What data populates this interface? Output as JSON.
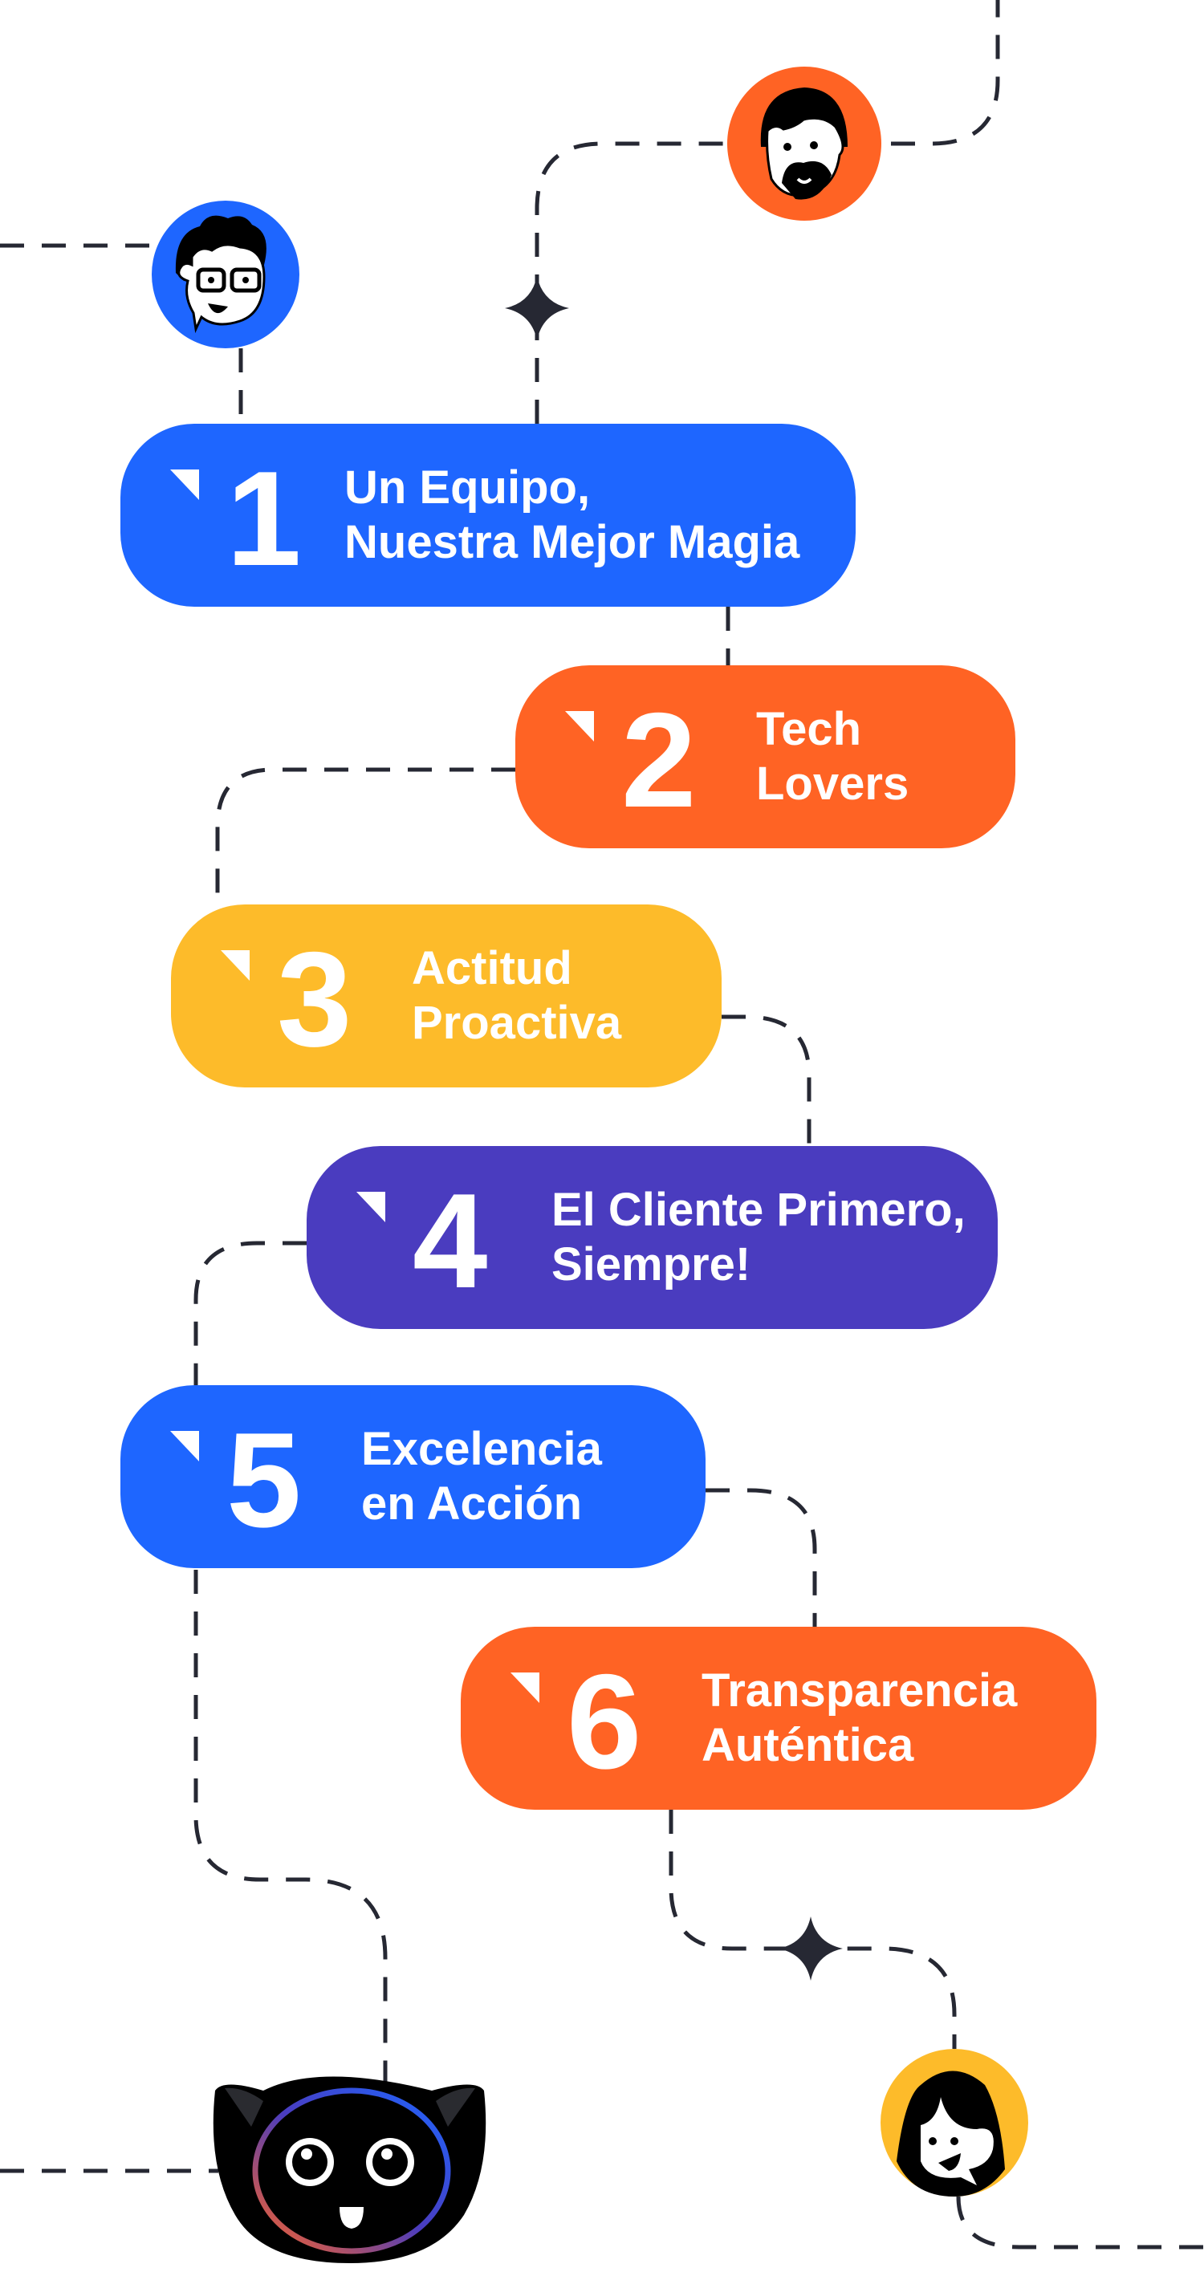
{
  "colors": {
    "blue": "#1E66FF",
    "orange": "#FF6324",
    "yellow": "#FDBB2A",
    "purple": "#4A3CBF",
    "line": "#262833"
  },
  "steps": [
    {
      "number": "1",
      "line1": "Un Equipo,",
      "line2": "Nuestra Mejor Magia",
      "color": "#1E66FF"
    },
    {
      "number": "2",
      "line1": "Tech",
      "line2": "Lovers",
      "color": "#FF6324"
    },
    {
      "number": "3",
      "line1": "Actitud",
      "line2": "Proactiva",
      "color": "#FDBB2A"
    },
    {
      "number": "4",
      "line1": "El Cliente Primero,",
      "line2": "Siempre!",
      "color": "#4A3CBF"
    },
    {
      "number": "5",
      "line1": "Excelencia",
      "line2": "en Acción",
      "color": "#1E66FF"
    },
    {
      "number": "6",
      "line1": "Transparencia",
      "line2": "Auténtica",
      "color": "#FF6324"
    }
  ]
}
